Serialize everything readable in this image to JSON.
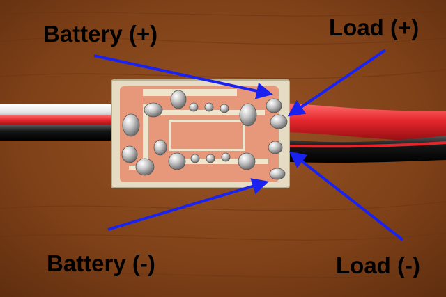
{
  "labels": {
    "battery_pos": "Battery (+)",
    "load_pos": "Load (+)",
    "battery_neg": "Battery (-)",
    "load_neg": "Load (-)"
  },
  "colors": {
    "wood": "#8a4a1e",
    "pcb_substrate": "#e6dcc4",
    "copper": "#e8987a",
    "solder": "#c8c8c8",
    "wire_red": "#e4262c",
    "wire_black": "#151515",
    "wire_white": "#f2f2f2",
    "arrow": "#1a22f0"
  }
}
